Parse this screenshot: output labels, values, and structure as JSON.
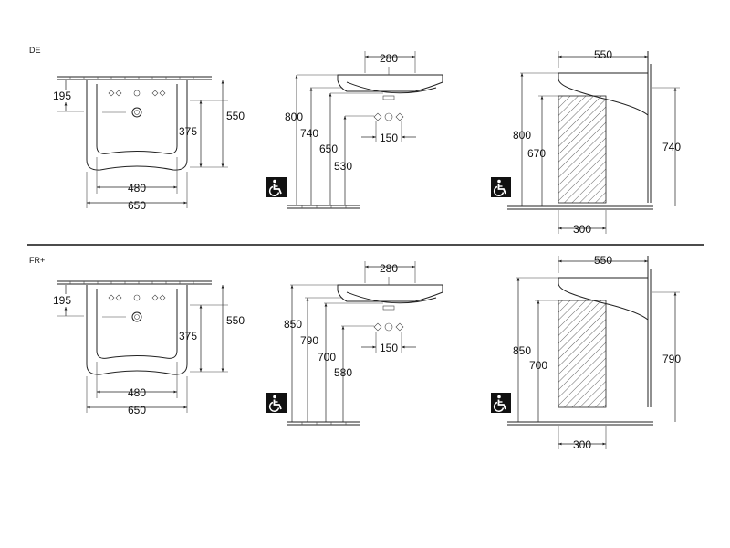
{
  "sections": [
    {
      "label": "DE",
      "front": {
        "w_total": "650",
        "w_inner": "480",
        "h_total": "550",
        "h_mid": "375",
        "h_top": "195"
      },
      "side": {
        "top_w": "280",
        "h1": "800",
        "h2": "740",
        "h3": "650",
        "h4": "530",
        "fit": "150"
      },
      "install": {
        "top_w": "550",
        "h_left1": "800",
        "h_left2": "670",
        "h_right": "740",
        "base_w": "300"
      }
    },
    {
      "label": "FR+",
      "front": {
        "w_total": "650",
        "w_inner": "480",
        "h_total": "550",
        "h_mid": "375",
        "h_top": "195"
      },
      "side": {
        "top_w": "280",
        "h1": "850",
        "h2": "790",
        "h3": "700",
        "h4": "580",
        "fit": "150"
      },
      "install": {
        "top_w": "550",
        "h_left1": "850",
        "h_left2": "700",
        "h_right": "790",
        "base_w": "300"
      }
    }
  ],
  "colors": {
    "line": "#222222",
    "divider": "#111111",
    "badge": "#111111"
  },
  "icons": {
    "accessibility": "wheelchair-icon"
  }
}
